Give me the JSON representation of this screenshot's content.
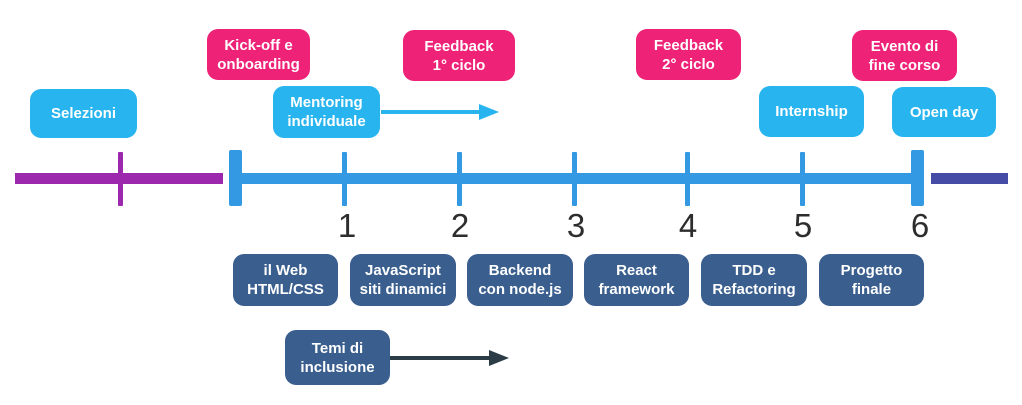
{
  "diagram": {
    "top_events": [
      {
        "label": "Kick-off e\nonboarding"
      },
      {
        "label": "Feedback\n1° ciclo"
      },
      {
        "label": "Feedback\n2° ciclo"
      },
      {
        "label": "Evento di\nfine corso"
      }
    ],
    "activities": [
      {
        "label": "Selezioni"
      },
      {
        "label": "Mentoring\nindividuale"
      },
      {
        "label": "Internship"
      },
      {
        "label": "Open day"
      }
    ],
    "timeline": {
      "tick_labels": [
        "1",
        "2",
        "3",
        "4",
        "5",
        "6"
      ]
    },
    "modules": [
      {
        "label": "il Web\nHTML/CSS"
      },
      {
        "label": "JavaScript\nsiti dinamici"
      },
      {
        "label": "Backend\ncon node.js"
      },
      {
        "label": "React\nframework"
      },
      {
        "label": "TDD e\nRefactoring"
      },
      {
        "label": "Progetto\nfinale"
      }
    ],
    "inclusion_track": {
      "label": "Temi di\ninclusione"
    },
    "colors": {
      "event_pink": "#ee2277",
      "activity_cyan": "#28b4ee",
      "module_steel_blue": "#3a5f8e",
      "timeline_blue": "#3399e3",
      "pre_phase_purple": "#9c28ae",
      "post_phase_indigo": "#444ca6",
      "inclusion_arrow_dark": "#2b3c47"
    }
  }
}
